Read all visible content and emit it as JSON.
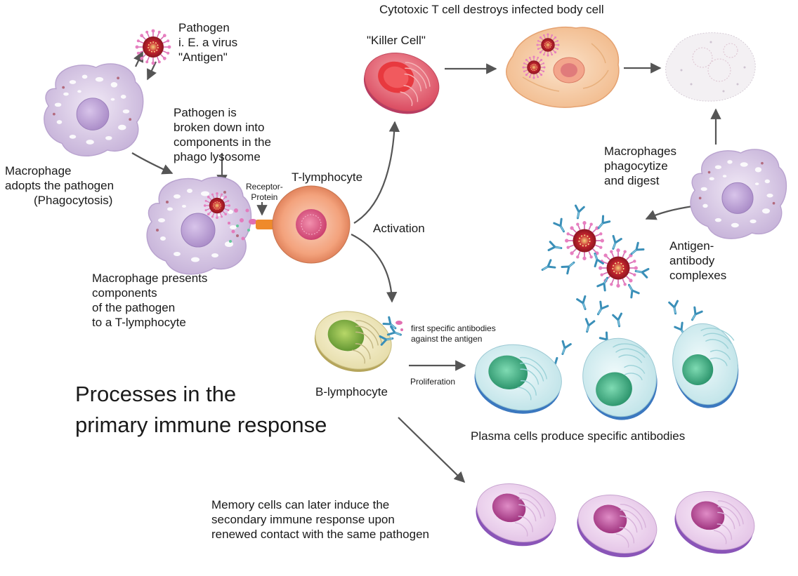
{
  "diagram": {
    "title_lines": [
      "Processes in the",
      "primary immune response"
    ],
    "labels": {
      "pathogen": [
        "Pathogen",
        "i. E. a virus",
        "\"Antigen\""
      ],
      "broken_down": [
        "Pathogen is",
        "broken down into",
        "components in the",
        "phago lysosome"
      ],
      "macrophage_adopts": [
        "Macrophage",
        "adopts the pathogen",
        "(Phagocytosis)"
      ],
      "receptor_protein": [
        "Receptor-",
        "Protein"
      ],
      "t_lymphocyte": "T-lymphocyte",
      "macrophage_presents": [
        "Macrophage presents",
        "components",
        "of the pathogen",
        "to a T-lymphocyte"
      ],
      "activation": "Activation",
      "cytotoxic": "Cytotoxic T cell destroys infected body cell",
      "killer_cell": "\"Killer Cell\"",
      "macrophages_phagocytize": [
        "Macrophages",
        "phagocytize",
        "and digest"
      ],
      "antigen_antibody": [
        "Antigen-",
        "antibody",
        "complexes"
      ],
      "first_antibodies": [
        "first specific antibodies",
        "against the antigen"
      ],
      "b_lymphocyte": "B-lymphocyte",
      "proliferation": "Proliferation",
      "plasma_cells": "Plasma cells produce specific antibodies",
      "memory_cells": [
        "Memory cells can later induce the",
        "secondary immune response upon",
        "renewed contact with the same pathogen"
      ]
    },
    "colors": {
      "macrophage": "#c9b6da",
      "nucleus_macrophage": "#b89ad2",
      "virus_core": "#b5202a",
      "virus_spike": "#d86fb4",
      "t_cell": "#f0a071",
      "killer_cell": "#e0566a",
      "b_cell_nucleus": "#7fae3c",
      "plasma_nucleus": "#3aa77f",
      "plasma_rim": "#3c7ac1",
      "memory_nucleus": "#b63f8f",
      "memory_rim": "#8a55b8",
      "antibody": "#3a8fb8",
      "arrow": "#555555"
    },
    "icons": [
      "macrophage-cell-icon",
      "virus-icon",
      "t-lymphocyte-icon",
      "killer-cell-icon",
      "infected-cell-icon",
      "destroyed-cell-icon",
      "b-lymphocyte-icon",
      "plasma-cell-icon",
      "memory-cell-icon",
      "antibody-icon"
    ]
  }
}
